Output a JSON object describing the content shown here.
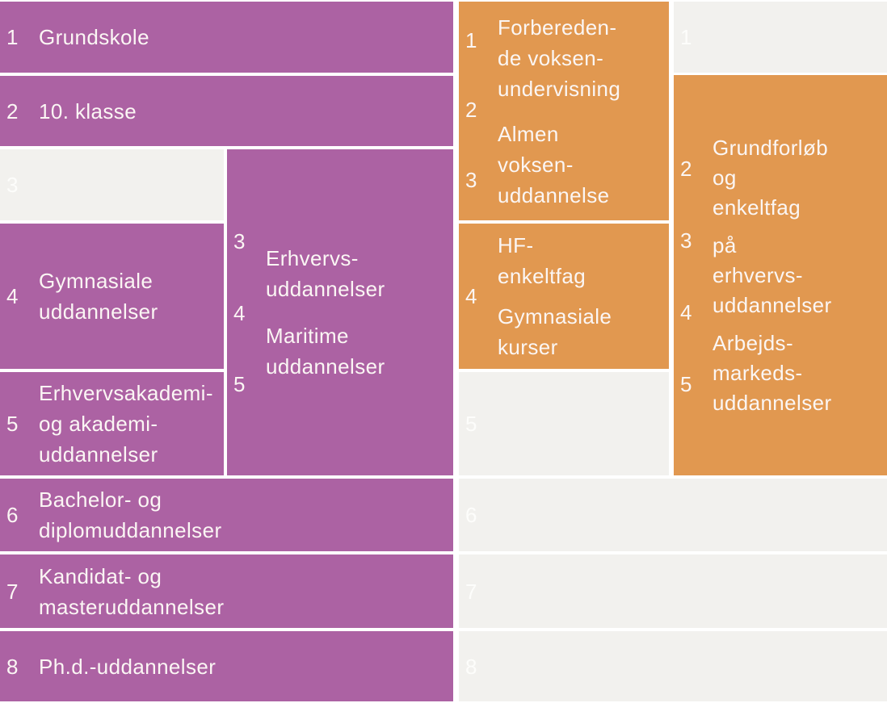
{
  "palette": {
    "purple": "#ac62a3",
    "orange": "#e19850",
    "gray": "#f2f1ee",
    "text_on_color": "#fbf6f4",
    "faint_number_on_gray": "#fdfdfb"
  },
  "mainstream": {
    "grundskole": {
      "num": "1",
      "label": "Grundskole"
    },
    "tenth_klasse": {
      "num": "2",
      "label": "10. klasse"
    },
    "level3_placeholder": {
      "num": "3"
    },
    "gymnasiale": {
      "num": "4",
      "lines": [
        "Gymnasiale",
        "uddannelser"
      ]
    },
    "erhvervsakademi": {
      "num": "5",
      "lines": [
        "Erhvervsakademi-",
        "og akademi-",
        "uddannelser"
      ]
    },
    "erhvervsuddannelser": {
      "nums": [
        "3",
        "4",
        "5"
      ],
      "items": [
        [
          "Erhvervs-",
          "uddannelser"
        ],
        [
          "Maritime",
          "uddannelser"
        ]
      ]
    },
    "bachelor": {
      "num": "6",
      "lines": [
        "Bachelor- og",
        "diplomuddannelser"
      ]
    },
    "kandidat": {
      "num": "7",
      "lines": [
        "Kandidat- og",
        "masteruddannelser"
      ]
    },
    "phd": {
      "num": "8",
      "label": "Ph.d.-uddannelser"
    }
  },
  "adult_general": {
    "voksenundervisning_block": {
      "nums": [
        "1",
        "2",
        "3"
      ],
      "items": [
        [
          "Forbereden-",
          "de voksen-",
          "undervisning"
        ],
        [
          "Almen",
          "voksen-",
          "uddannelse"
        ]
      ]
    },
    "hf_block": {
      "num": "4",
      "items": [
        [
          "HF-",
          "enkeltfag"
        ],
        [
          "Gymnasiale",
          "kurser"
        ]
      ]
    },
    "level5_placeholder": {
      "num": "5"
    }
  },
  "adult_vocational": {
    "level1_placeholder": {
      "num": "1"
    },
    "amu_block": {
      "nums": [
        "2",
        "3",
        "4",
        "5"
      ],
      "items": [
        [
          "Grundforløb",
          "og",
          "enkeltfag"
        ],
        [
          "på",
          "erhvervs-",
          "uddannelser"
        ],
        [
          "Arbejds-",
          "markeds-",
          "uddannelser"
        ]
      ]
    }
  },
  "bottom_placeholders": {
    "level6": {
      "num": "6"
    },
    "level7": {
      "num": "7"
    },
    "level8": {
      "num": "8"
    }
  }
}
